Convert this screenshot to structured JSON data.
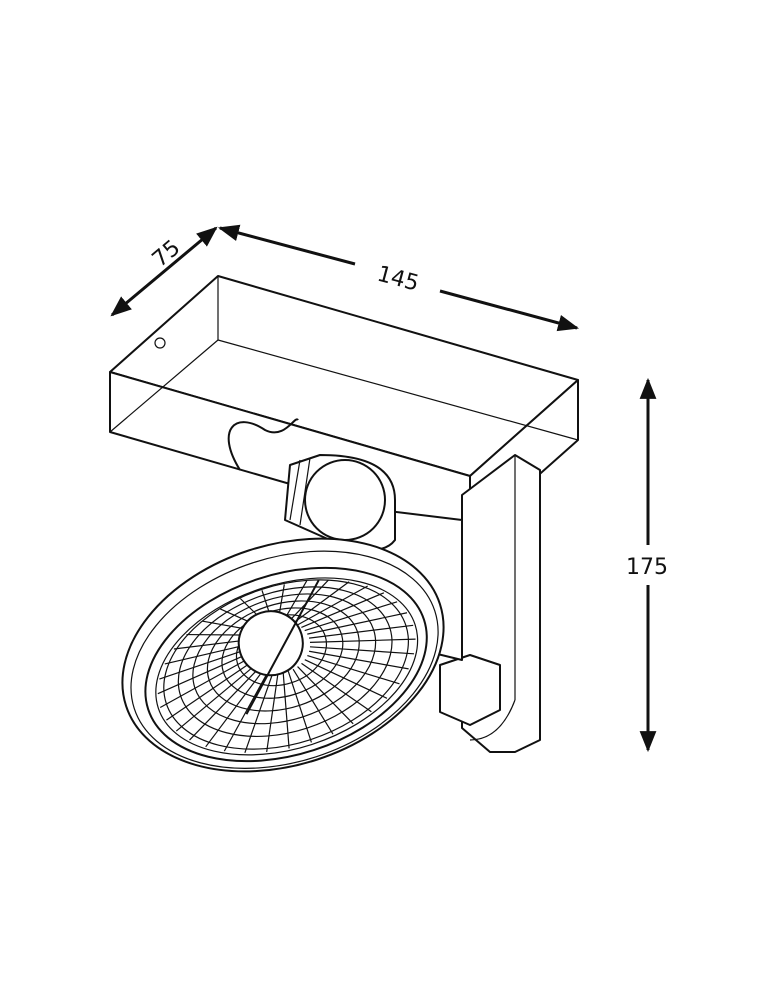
{
  "dimensions": {
    "depth": "75",
    "width": "145",
    "height": "175"
  },
  "colors": {
    "line": "#111111",
    "background": "#ffffff"
  }
}
